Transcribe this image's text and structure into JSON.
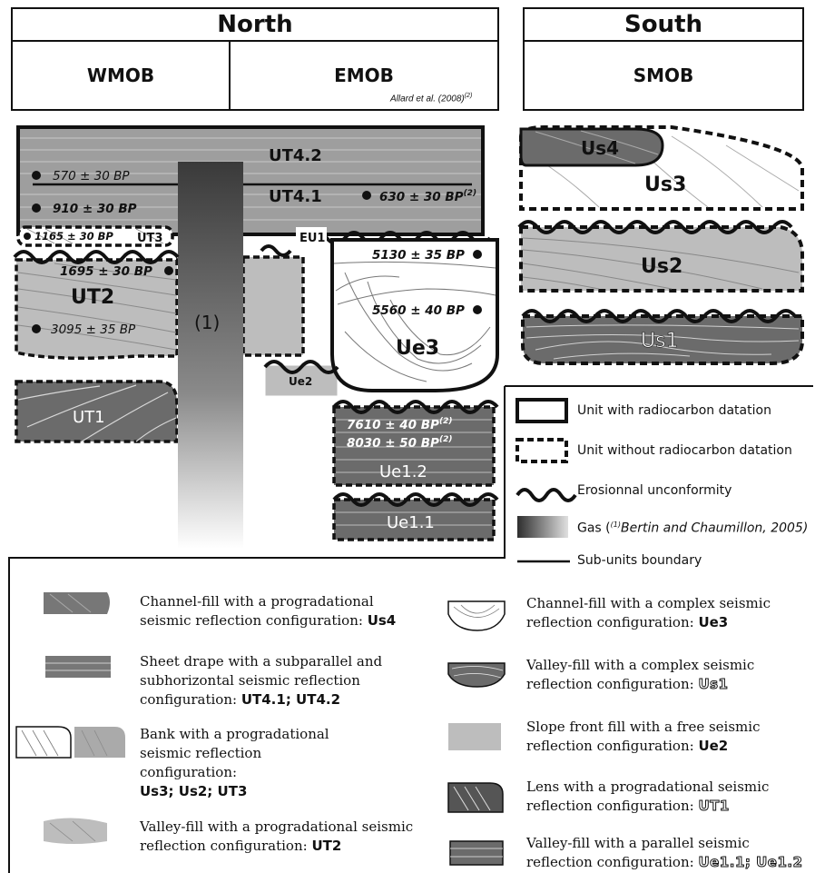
{
  "header": {
    "north": "North",
    "south": "South",
    "wmob": "WMOB",
    "emob": "EMOB",
    "smob": "SMOB",
    "credit": "Allard et al. (2008)",
    "credit_sup": "(2)"
  },
  "units": {
    "ut42": "UT4.2",
    "ut41": "UT4.1",
    "ut3": "UT3",
    "ut2": "UT2",
    "ut1": "UT1",
    "eu1": "EU1",
    "ue3": "Ue3",
    "ue2": "Ue2",
    "ue12": "Ue1.2",
    "ue11": "Ue1.1",
    "us4": "Us4",
    "us3": "Us3",
    "us2": "Us2",
    "us1": "Us1",
    "gas": "(1)"
  },
  "dates": {
    "d570": "570 ± 30 BP",
    "d910": "910 ± 30 BP",
    "d630": "630 ± 30 BP",
    "d630_sup": "(2)",
    "d1165": "1165 ± 30 BP",
    "d1695": "1695 ± 30 BP",
    "d3095": "3095 ± 35 BP",
    "d5130": "5130 ± 35 BP",
    "d5560": "5560 ± 40 BP",
    "d7610": "7610 ± 40 BP",
    "d7610_sup": "(2)",
    "d8030": "8030 ± 50 BP",
    "d8030_sup": "(2)"
  },
  "legend": {
    "with_radiocarbon": "Unit with radiocarbon datation",
    "without_radiocarbon": "Unit without radiocarbon datation",
    "erosional": "Erosionnal unconformity",
    "gas_prefix": "Gas (",
    "gas_sup": "(1)",
    "gas_ref": "Bertin and Chaumillon, 2005)",
    "subunits": "Sub-units boundary"
  },
  "descriptions": {
    "us4_text": "Channel-fill with a progradational seismic reflection configuration:",
    "us4_code": "Us4",
    "ut4_text": "Sheet drape with a subparallel and subhorizontal seismic reflection configuration:",
    "ut4_code": "UT4.1; UT4.2",
    "bank_text": "Bank with a progradational seismic reflection configuration:",
    "bank_code": "Us3; Us2; UT3",
    "ut2_text": "Valley-fill with a progradational seismic reflection configuration:",
    "ut2_code": "UT2",
    "ue3_text": "Channel-fill with a complex seismic reflection configuration:",
    "ue3_code": "Ue3",
    "us1_text": "Valley-fill with a complex seismic reflection configuration:",
    "us1_code": "Us1",
    "ue2_text": "Slope front fill with a free seismic reflection configuration:",
    "ue2_code": "Ue2",
    "ut1_text": "Lens with a progradational seismic reflection configuration:",
    "ut1_code": "UT1",
    "ue1_text": "Valley-fill with a parallel seismic reflection configuration:",
    "ue1_code": "Ue1.1; Ue1.2"
  },
  "colors": {
    "dark_gray": "#6b6b6b",
    "mid_gray": "#9a9a9a",
    "light_gray": "#bdbdbd",
    "ink": "#111111"
  }
}
